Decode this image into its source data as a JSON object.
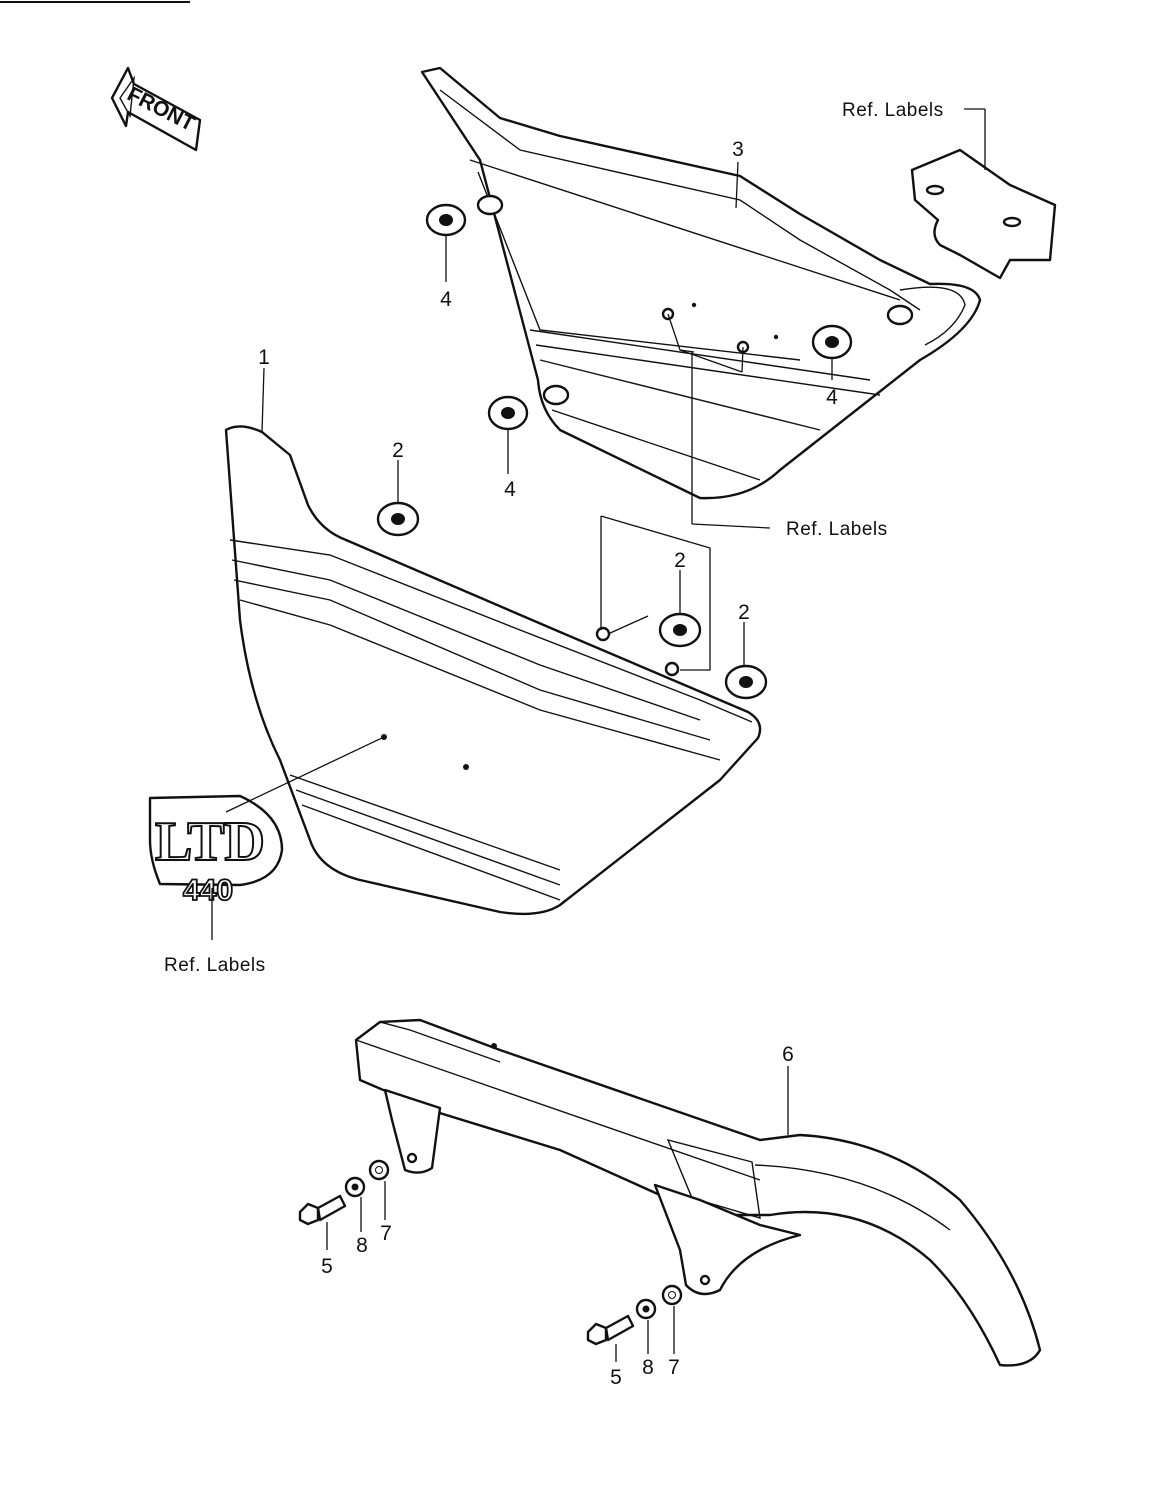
{
  "diagram": {
    "front_label": "FRONT",
    "emblem": {
      "main_text": "LTD",
      "sub_text": "440"
    },
    "callouts": {
      "c1": "1",
      "c2a": "2",
      "c2b": "2",
      "c2c": "2",
      "c3": "3",
      "c4a": "4",
      "c4b": "4",
      "c4c": "4",
      "c5a": "5",
      "c5b": "5",
      "c6": "6",
      "c7a": "7",
      "c7b": "7",
      "c8a": "8",
      "c8b": "8"
    },
    "ref_labels": {
      "top_right": "Ref.  Labels",
      "middle": "Ref.  Labels",
      "emblem": "Ref.  Labels"
    }
  }
}
